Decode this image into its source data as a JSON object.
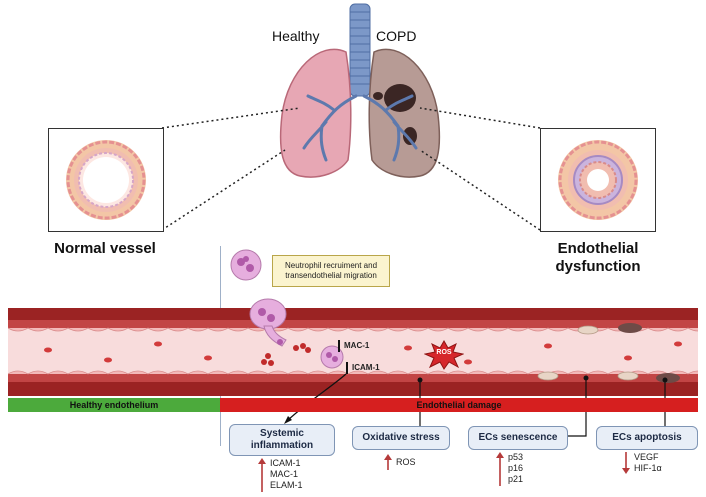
{
  "lungs": {
    "healthy_label": "Healthy",
    "copd_label": "COPD"
  },
  "vessels": {
    "normal_label": "Normal vessel",
    "dysfunction_label_line1": "Endothelial",
    "dysfunction_label_line2": "dysfunction"
  },
  "annotations": {
    "neutrophil_note": "Neutrophil recruiment and transendothelial migration",
    "mac1": "MAC-1",
    "icam1": "ICAM-1",
    "ros_burst": "ROS"
  },
  "bars": {
    "healthy": "Healthy endothelium",
    "damage": "Endothelial damage"
  },
  "outcomes": [
    {
      "title_line1": "Systemic",
      "title_line2": "inflammation",
      "markers": [
        "ICAM-1",
        "MAC-1",
        "ELAM-1"
      ],
      "direction": "up"
    },
    {
      "title_line1": "Oxidative stress",
      "title_line2": "",
      "markers": [
        "ROS"
      ],
      "direction": "up"
    },
    {
      "title_line1": "ECs senescence",
      "title_line2": "",
      "markers": [
        "p53",
        "p16",
        "p21"
      ],
      "direction": "up"
    },
    {
      "title_line1": "ECs apoptosis",
      "title_line2": "",
      "markers": [
        "VEGF",
        "HIF-1α"
      ],
      "direction": "down"
    }
  ],
  "colors": {
    "vessel_wall": "#9b2323",
    "vessel_lumen": "#f8dcdc",
    "healthy_bar": "#4caa3c",
    "damage_bar": "#d61f1f",
    "up_arrow": "#b53a3a",
    "down_arrow": "#b53a3a"
  }
}
